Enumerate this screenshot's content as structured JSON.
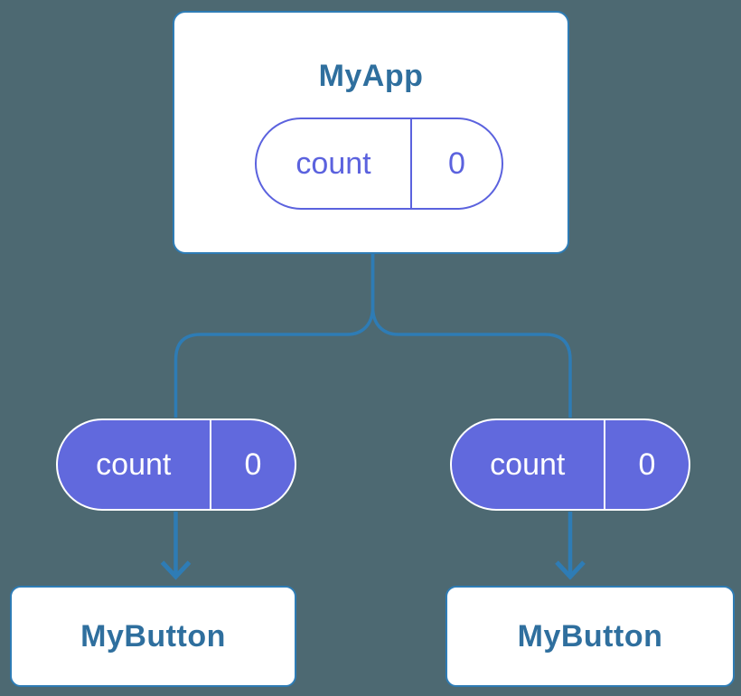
{
  "diagram": {
    "background": "#4D6972",
    "colors": {
      "line": "#2E7CB5",
      "node_bg": "#FFFFFF",
      "node_text": "#2F6F9E",
      "pill_fill": "#6169DD",
      "pill_outline": "#5B62DE",
      "pill_text": "#FFFFFF"
    },
    "root": {
      "label": "MyApp",
      "state": {
        "name": "count",
        "value": "0"
      }
    },
    "children": [
      {
        "label": "MyButton",
        "prop": {
          "name": "count",
          "value": "0"
        }
      },
      {
        "label": "MyButton",
        "prop": {
          "name": "count",
          "value": "0"
        }
      }
    ]
  }
}
